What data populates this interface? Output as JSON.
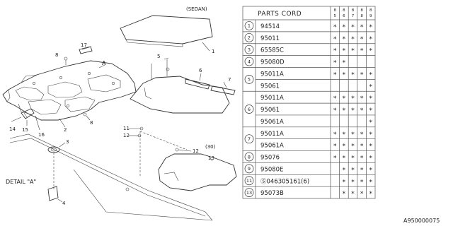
{
  "labels": {
    "sedan": "(SEDAN)",
    "thirty": "(30)",
    "detail_a": "DETAIL \"A\"",
    "a_mark": "A",
    "callouts": [
      "1",
      "2",
      "3",
      "4",
      "5",
      "6",
      "7",
      "8",
      "8",
      "11",
      "12",
      "12",
      "13",
      "14",
      "15",
      "16",
      "17"
    ]
  },
  "table": {
    "header": "PARTS CORD",
    "model_headers": [
      "85",
      "86",
      "87",
      "88",
      "89"
    ],
    "rows": [
      {
        "ref": "1",
        "code": "94514",
        "marks": [
          "*",
          "*",
          "*",
          "*",
          "*"
        ]
      },
      {
        "ref": "2",
        "code": "95011",
        "marks": [
          "*",
          "*",
          "*",
          "*",
          "*"
        ]
      },
      {
        "ref": "3",
        "code": "65585C",
        "marks": [
          "*",
          "*",
          "*",
          "*",
          "*"
        ]
      },
      {
        "ref": "4",
        "code": "95080D",
        "marks": [
          "*",
          "*",
          "",
          "",
          ""
        ]
      },
      {
        "ref": "5",
        "code": "95011A",
        "marks": [
          "*",
          "*",
          "*",
          "*",
          "*"
        ]
      },
      {
        "ref": "",
        "code": "95061",
        "marks": [
          "",
          "",
          "",
          "",
          "*"
        ]
      },
      {
        "ref": "6",
        "code": "95011A",
        "marks": [
          "*",
          "*",
          "*",
          "*",
          "*"
        ]
      },
      {
        "ref": "",
        "code": "95061",
        "marks": [
          "*",
          "*",
          "*",
          "*",
          "*"
        ]
      },
      {
        "ref": "",
        "code": "95061A",
        "marks": [
          "",
          "",
          "",
          "",
          "*"
        ]
      },
      {
        "ref": "7",
        "code": "95011A",
        "marks": [
          "*",
          "*",
          "*",
          "*",
          "*"
        ]
      },
      {
        "ref": "",
        "code": "95061A",
        "marks": [
          "*",
          "*",
          "*",
          "*",
          "*"
        ]
      },
      {
        "ref": "8",
        "code": "95076",
        "marks": [
          "*",
          "*",
          "*",
          "*",
          "*"
        ]
      },
      {
        "ref": "9",
        "code": "95080E",
        "marks": [
          "",
          "*",
          "*",
          "*",
          "*"
        ]
      },
      {
        "ref": "11",
        "code": "Ⓢ046305161(6)",
        "marks": [
          "",
          "*",
          "*",
          "*",
          "*"
        ]
      },
      {
        "ref": "13",
        "code": "95073B",
        "marks": [
          "",
          "*",
          "*",
          "*",
          "*"
        ]
      }
    ]
  },
  "footer_code": "A950000075"
}
